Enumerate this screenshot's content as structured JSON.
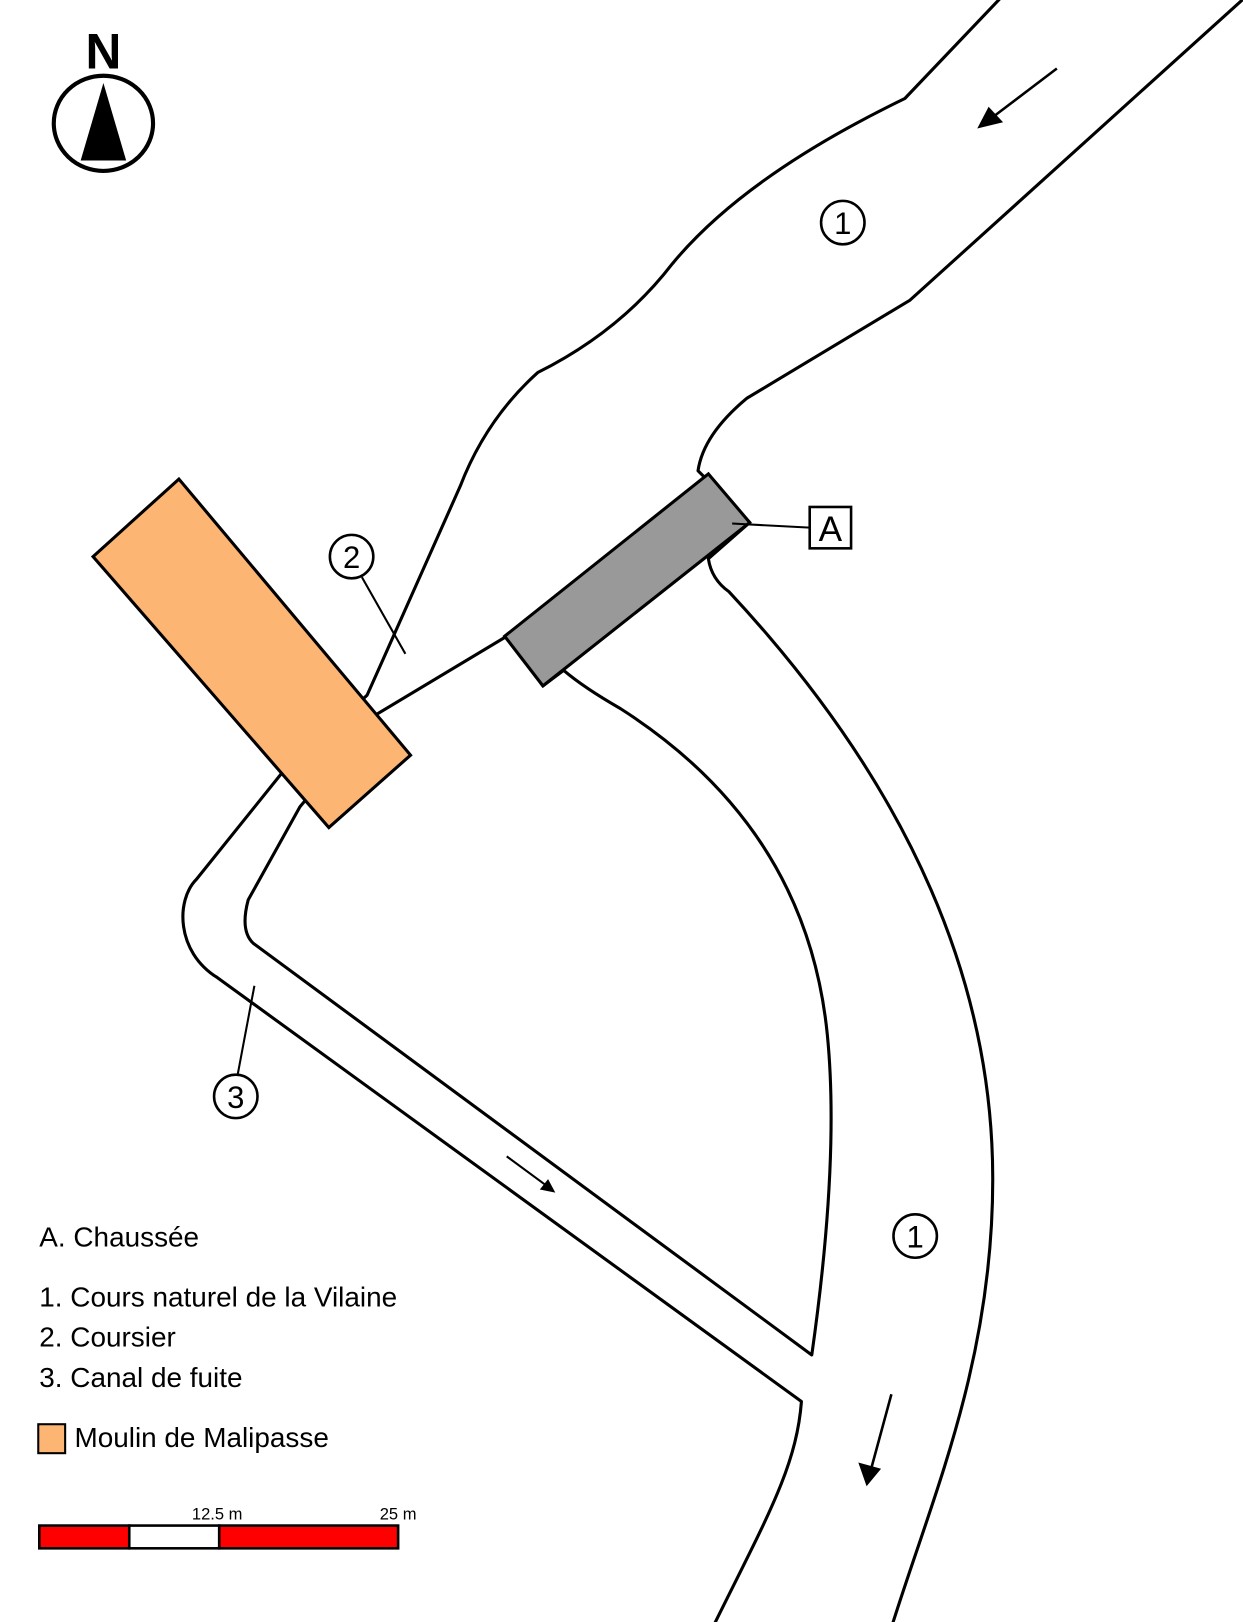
{
  "compass": {
    "label": "N"
  },
  "map_labels": {
    "river_upper": "1",
    "river_lower": "1",
    "coursier": "2",
    "canal": "3",
    "chaussee": "A"
  },
  "legend": {
    "items": [
      "A. Chaussée",
      "1. Cours naturel de la Vilaine",
      "2. Coursier",
      "3. Canal de fuite"
    ],
    "mill": "Moulin de Malipasse"
  },
  "scale_bar": {
    "mid_label": "12.5 m",
    "end_label": "25 m"
  },
  "colors": {
    "water": "#cbecf4",
    "mill": "#fdb574",
    "chaussee": "#999999",
    "scale_red": "#ff0000"
  }
}
